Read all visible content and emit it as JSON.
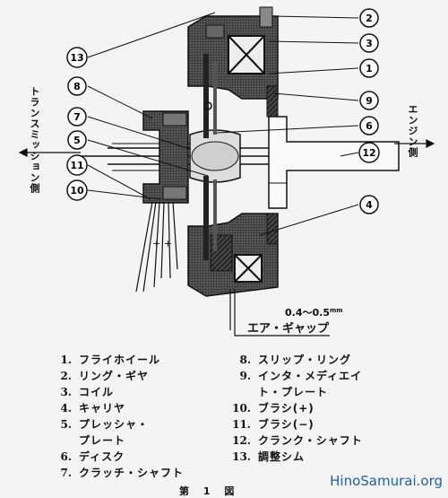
{
  "side_labels": {
    "transmission_side": "トランスミッション側",
    "engine_side": "エンジン側"
  },
  "gap_label": {
    "value": "0.4～0.5",
    "unit": "mm",
    "name": "エア・ギャップ"
  },
  "callouts": [
    "1",
    "2",
    "3",
    "4",
    "5",
    "6",
    "7",
    "8",
    "9",
    "10",
    "11",
    "12",
    "13"
  ],
  "legend": {
    "left": [
      {
        "num": "1.",
        "text": "フライホイール"
      },
      {
        "num": "2.",
        "text": "リング・ギヤ"
      },
      {
        "num": "3.",
        "text": "コイル"
      },
      {
        "num": "4.",
        "text": "キャリヤ"
      },
      {
        "num": "5.",
        "text": "プレッシャ・",
        "cont": "プレート"
      },
      {
        "num": "6.",
        "text": "ディスク"
      },
      {
        "num": "7.",
        "text": "クラッチ・シャフト"
      }
    ],
    "right": [
      {
        "num": "8.",
        "text": "スリップ・リング"
      },
      {
        "num": "9.",
        "text": "インタ・メディエイ",
        "cont": "ト・プレート"
      },
      {
        "num": "10.",
        "text": "ブラシ(+)"
      },
      {
        "num": "11.",
        "text": "ブラシ(−)"
      },
      {
        "num": "12.",
        "text": "クランク・シャフト"
      },
      {
        "num": "13.",
        "text": "調整シム"
      }
    ]
  },
  "figure_caption": "第 1 図",
  "watermark": "HinoSamurai.org"
}
